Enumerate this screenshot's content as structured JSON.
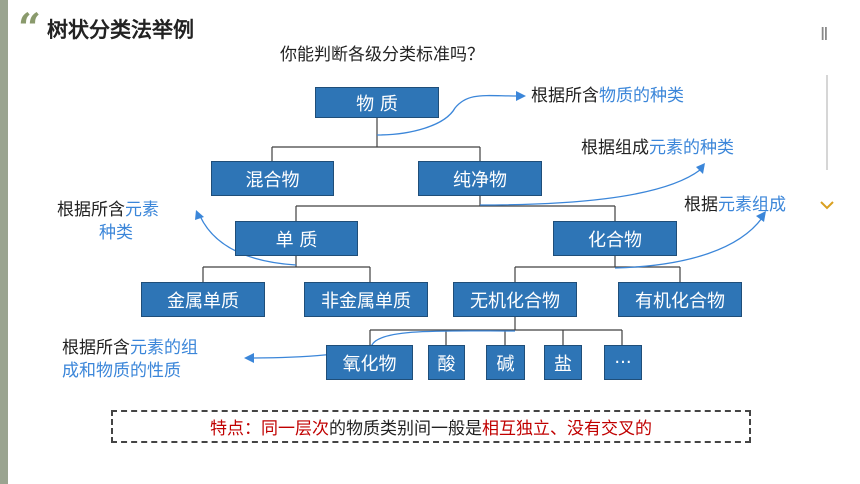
{
  "header": {
    "title": "树状分类法举例",
    "quote_mark": "“",
    "pause_icon": "II"
  },
  "question": "你能判断各级分类标准吗？",
  "nodes": {
    "matter": "物  质",
    "mixture": "混合物",
    "pure": "纯净物",
    "element": "单  质",
    "compound": "化合物",
    "metal": "金属单质",
    "nonmetal": "非金属单质",
    "inorganic": "无机化合物",
    "organic": "有机化合物",
    "oxide": "氧化物",
    "acid": "酸",
    "base": "碱",
    "salt": "盐",
    "more": "···"
  },
  "notes": {
    "n1": {
      "black": "根据所含",
      "blue": "物质的种类"
    },
    "n2": {
      "black": "根据组成",
      "blue": "元素的种类"
    },
    "n3": {
      "black": "根据所含",
      "blue1": "元素",
      "blue2": "种类"
    },
    "n4": {
      "black": "根据",
      "blue": "元素组成"
    },
    "n5": {
      "black": "根据所含",
      "blue1": "元素的组",
      "blue2": "成和物质的性质"
    }
  },
  "feature": {
    "red1": "特点：同一层次",
    "black": "的物质类别间一般是",
    "red2": "相互独立、没有交叉的"
  },
  "colors": {
    "node_fill": "#2e75b6",
    "note_blue": "#3b86d9",
    "feature_red": "#c00000",
    "accent_green": "#8a9a6c"
  },
  "icons": {
    "chevron": "chevron-down-icon"
  }
}
